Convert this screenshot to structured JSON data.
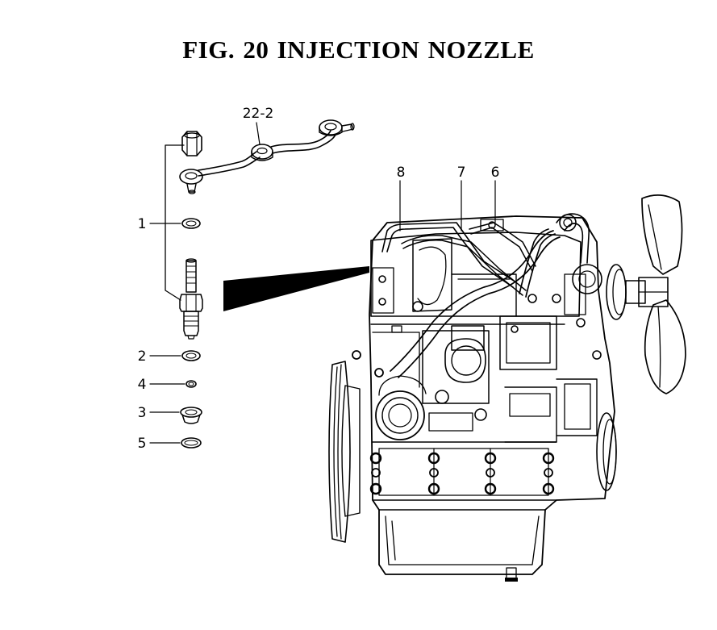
{
  "figure": {
    "title": "FIG. 20  INJECTION NOZZLE",
    "callouts": {
      "c22_2": "22-2",
      "c1": "1",
      "c2": "2",
      "c3": "3",
      "c4": "4",
      "c5": "5",
      "c6": "6",
      "c7": "7",
      "c8": "8"
    }
  }
}
